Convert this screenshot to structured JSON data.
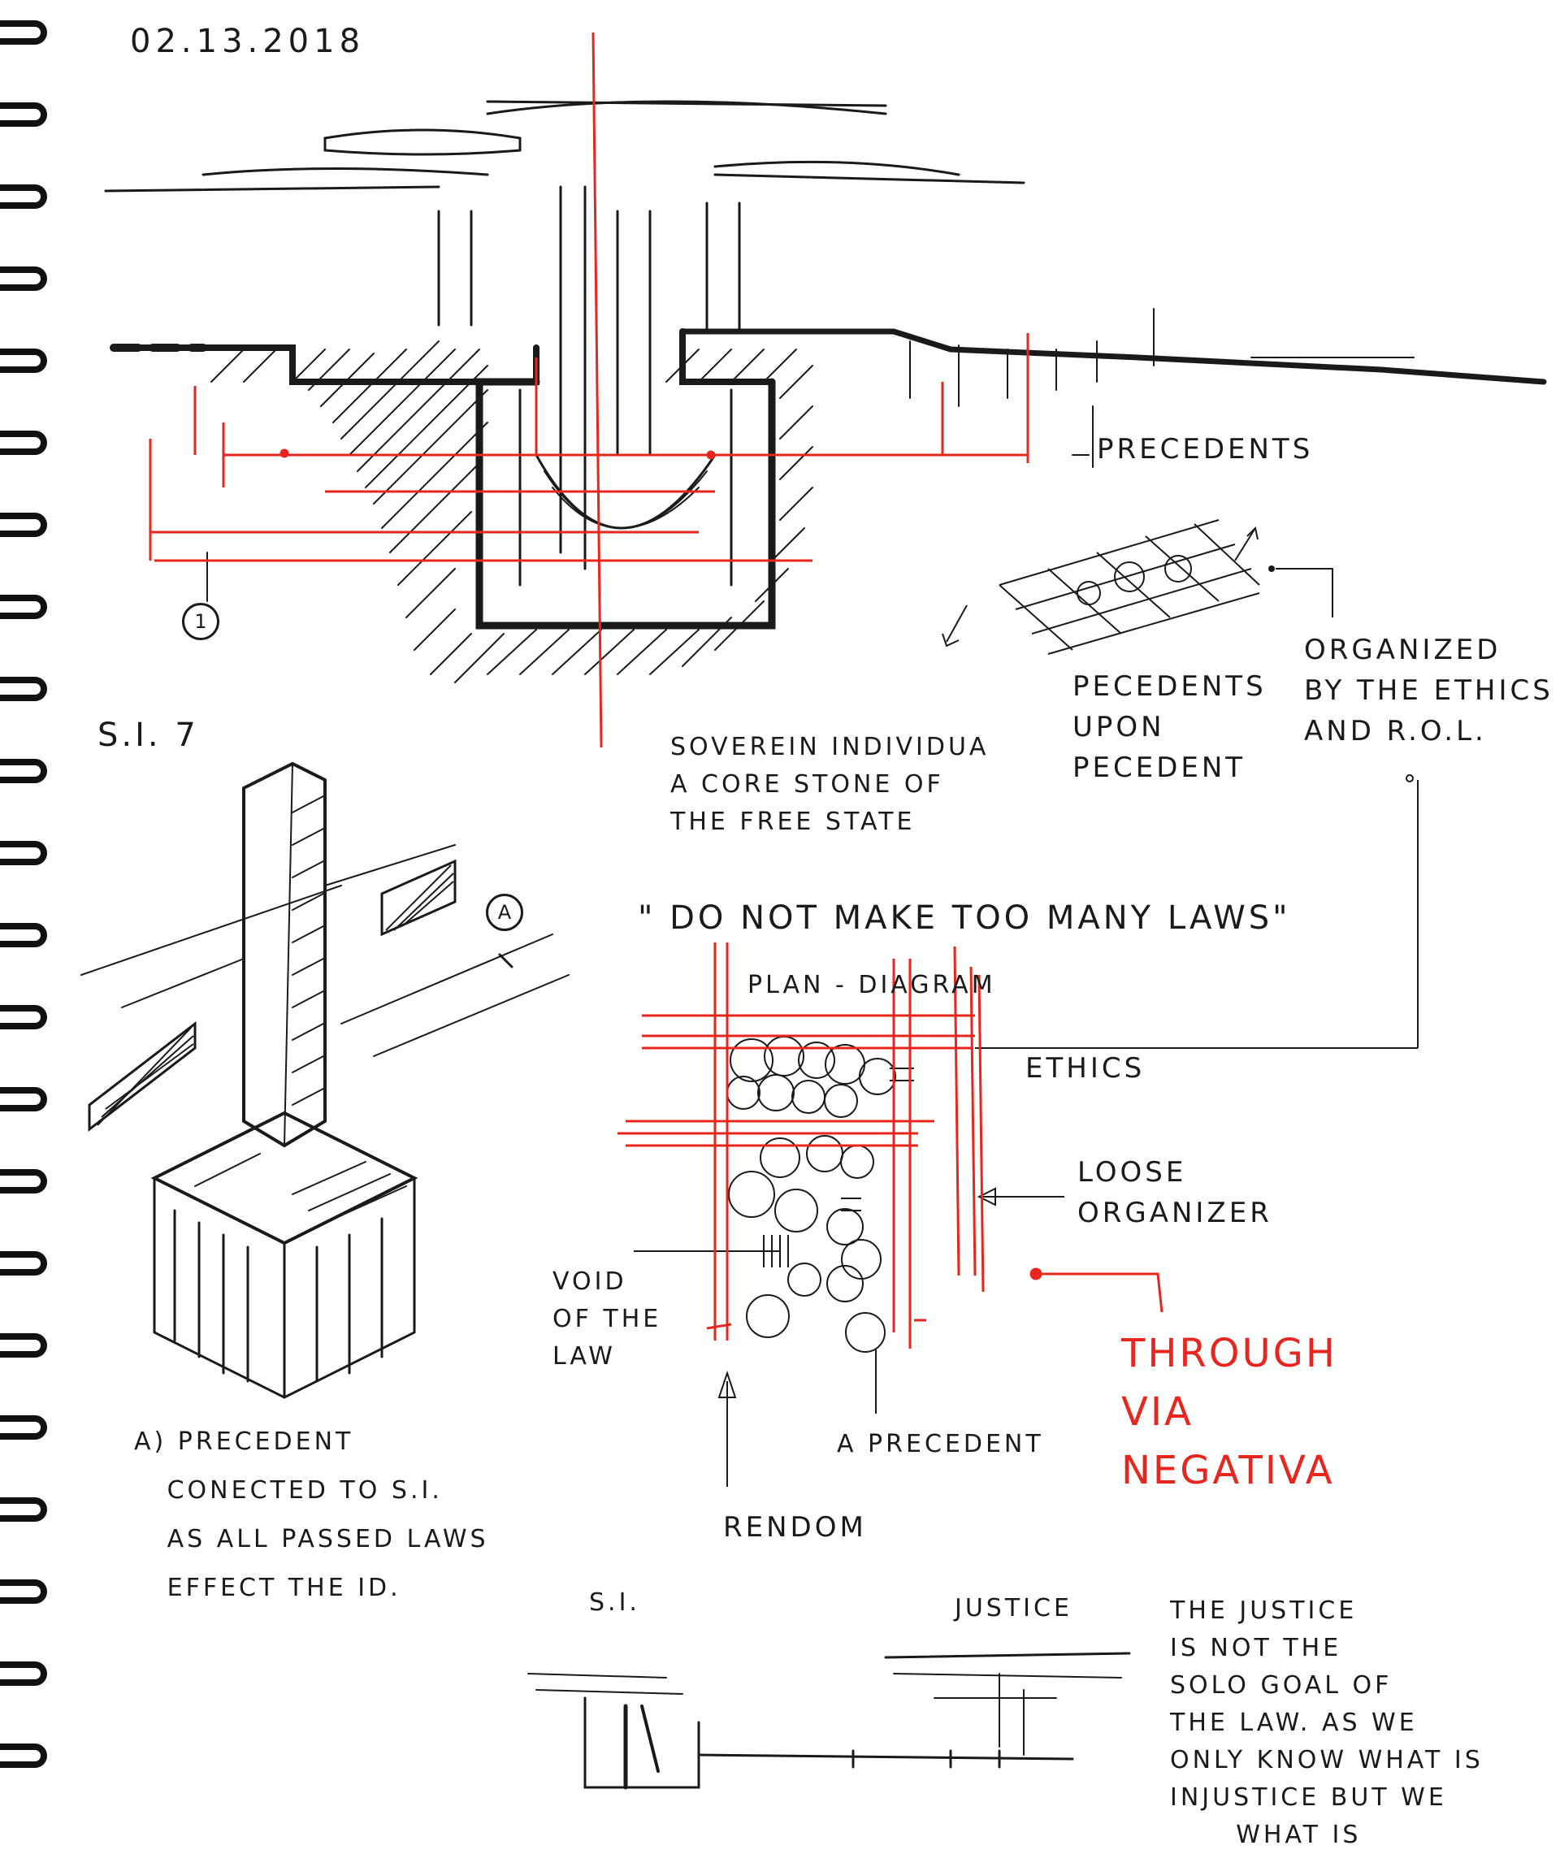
{
  "page": {
    "date": "02.13.2018",
    "marker_1": "1",
    "marker_a": "A"
  },
  "top_section": {
    "precedents_label": "PRECEDENTS",
    "precedents_upon": "PECEDENTS\nUPON\nPECEDENT",
    "organized_by": "ORGANIZED\nBY THE ETHICS\nAND R.O.L.",
    "sovereign_note": "SOVEREIN INDIVIDUA\nA CORE STONE OF\nTHE FREE STATE"
  },
  "left_section": {
    "title": "S.I. 7",
    "caption": "A) PRECEDENT\n   CONECTED TO S.I.\n   AS ALL PASSED LAWS\n   EFFECT THE ID."
  },
  "plan_section": {
    "quote": "\" DO NOT MAKE TOO MANY LAWS\"",
    "title": "PLAN - DIAGRAM",
    "ethics": "ETHICS",
    "loose_organizer": "LOOSE\nORGANIZER",
    "void_of_law": "VOID\nOF THE\nLAW",
    "a_precedent": "A PRECEDENT",
    "random": "RENDOM",
    "via_negativa": "THROUGH\nVIA\nNEGATIVA"
  },
  "bottom_section": {
    "si_label": "S.I.",
    "justice_label": "JUSTICE",
    "justice_note": "THE JUSTICE\nIS NOT THE\nSOLO GOAL OF\nTHE LAW. AS WE\nONLY KNOW WHAT IS\nINJUSTICE BUT WE\n      WHAT IS"
  },
  "colors": {
    "ink": "#1a1a1a",
    "red_pen": "#e8261e",
    "paper": "#ffffff",
    "binding": "#111111"
  }
}
